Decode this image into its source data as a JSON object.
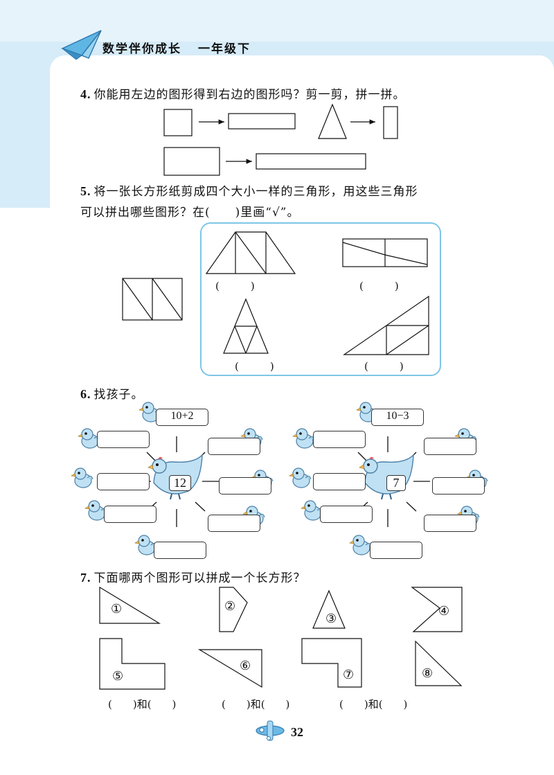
{
  "header": {
    "title": "数学伴你成长",
    "grade": "一年级下"
  },
  "q4": {
    "num": "4.",
    "text": "你能用左边的图形得到右边的图形吗？剪一剪，拼一拼。"
  },
  "q5": {
    "num": "5.",
    "line1": "将一张长方形纸剪成四个大小一样的三角形，用这些三角形",
    "line2": "可以拼出哪些图形？在(　　)里画“√”。",
    "paren": "(　　　)"
  },
  "q6": {
    "num": "6.",
    "text": "找孩子。",
    "left": {
      "mother": "12",
      "top": "10+2"
    },
    "right": {
      "mother": "7",
      "top": "10−3"
    }
  },
  "q7": {
    "num": "7.",
    "text": "下面哪两个图形可以拼成一个长方形？",
    "labels": [
      "①",
      "②",
      "③",
      "④",
      "⑤",
      "⑥",
      "⑦",
      "⑧"
    ],
    "answer": "(　　)和(　　)",
    "answer_joiner": "和"
  },
  "footer": {
    "page": "32"
  },
  "colors": {
    "header_band": "#d6ecf8",
    "panel_border": "#7ec6e6",
    "chick": "#bfe1f3",
    "chick_outline": "#4c7fa6"
  }
}
